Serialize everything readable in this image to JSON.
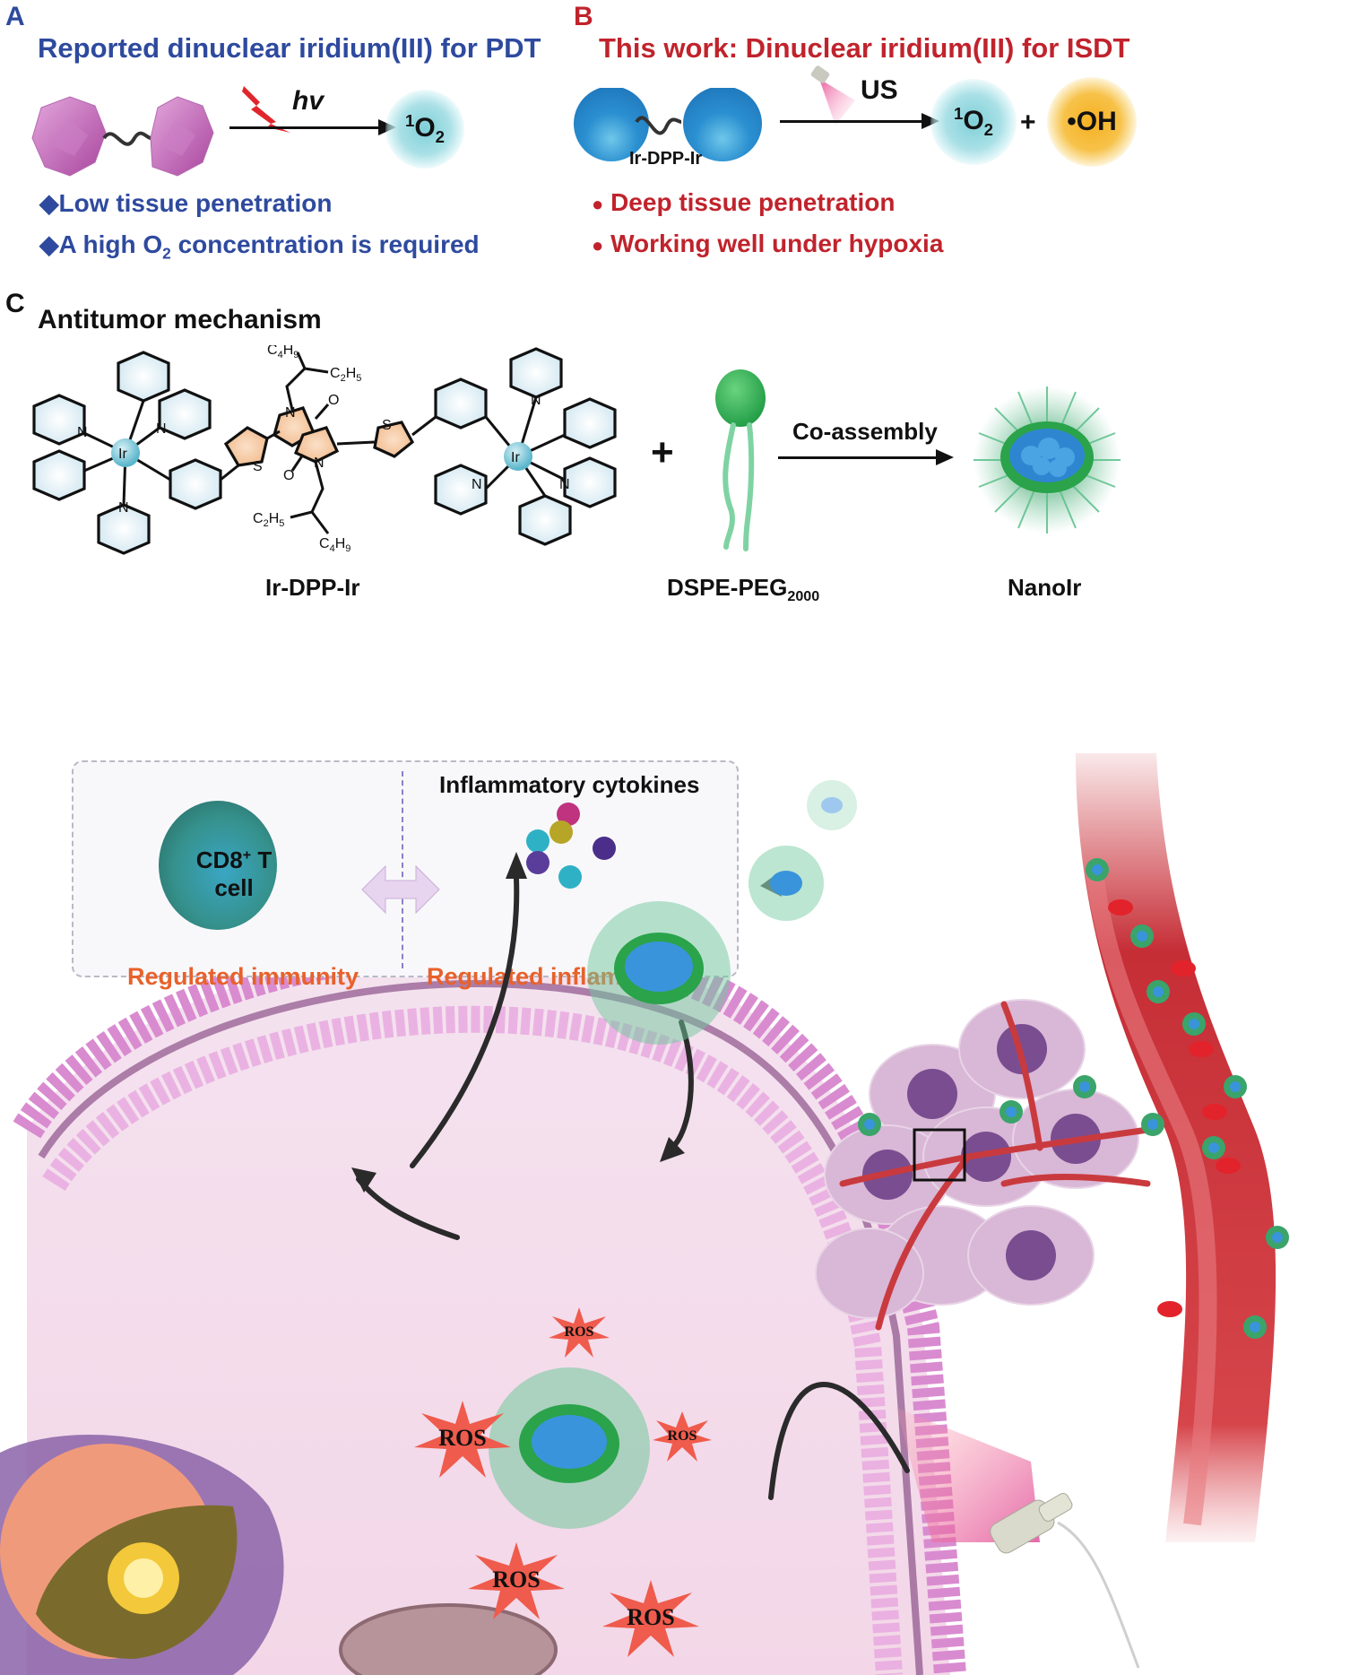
{
  "panel_a": {
    "letter": "A",
    "title": "Reported dinuclear iridium(III) for PDT",
    "stimulus_label": "hv",
    "product": {
      "pre": "1",
      "main": "O",
      "sub": "2"
    },
    "bullets": [
      {
        "marker": "◆",
        "text": "Low tissue penetration"
      },
      {
        "marker": "◆",
        "pre": "A high O",
        "sub": "2",
        "post": " concentration is required"
      }
    ]
  },
  "panel_b": {
    "letter": "B",
    "title": "This work: Dinuclear iridium(III) for ISDT",
    "molecule_label": "Ir-DPP-Ir",
    "stimulus_label": "US",
    "product_1": {
      "pre": "1",
      "main": "O",
      "sub": "2"
    },
    "plus": "+",
    "product_2": "•OH",
    "bullets": [
      {
        "marker": "●",
        "text": "Deep tissue penetration"
      },
      {
        "marker": "●",
        "text": "Working well under hypoxia"
      }
    ]
  },
  "panel_c": {
    "letter": "C",
    "title": "Antitumor mechanism",
    "structure": {
      "metal_label": "Ir",
      "n_label": "N",
      "s_label": "S",
      "o_label": "O",
      "substituents": {
        "c4h9": [
          "C",
          "4",
          "H",
          "9"
        ],
        "c2h5": [
          "C",
          "2",
          "H",
          "5"
        ]
      },
      "name": "Ir-DPP-Ir"
    },
    "plus": "+",
    "lipid": {
      "name": "DSPE-PEG",
      "sub": "2000"
    },
    "process_label": "Co-assembly",
    "product_name": "NanoIr",
    "box": {
      "left_cell_label_line1": "CD8",
      "left_cell_label_sup": "+",
      "left_cell_label_after": " T",
      "left_cell_label_line2": "cell",
      "left_caption": "Regulated immunity",
      "right_title": "Inflammatory cytokines",
      "right_caption": "Regulated inflammation"
    },
    "ros_label": "ROS"
  }
}
